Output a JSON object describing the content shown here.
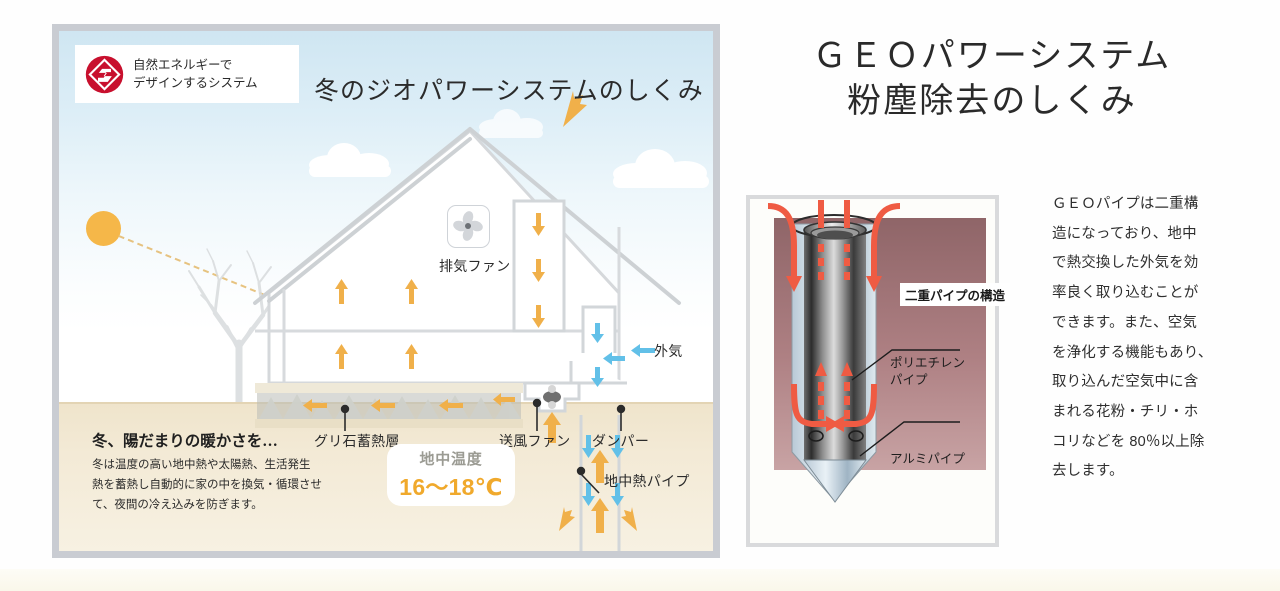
{
  "left_panel": {
    "logo": {
      "icon": "geo-diamond-logo-icon",
      "color": "#c8102e",
      "line1": "自然エネルギーで",
      "line2": "デザインするシステム"
    },
    "title": "冬のジオパワーシステムのしくみ",
    "diagram_labels": {
      "exhaust_fan": "排気ファン",
      "outside_air": "外気",
      "gravel_layer": "グリ石蓄熱層",
      "blower_fan": "送風ファン",
      "damper": "ダンパー",
      "geothermal_pipe": "地中熱パイプ"
    },
    "description": {
      "heading": "冬、陽だまりの暖かさを…",
      "lines": [
        "冬は温度の高い地中熱や太陽熱、生活発生",
        "熱を蓄熱し自動的に家の中を換気・循環させ",
        "て、夜間の冷え込みを防ぎます。"
      ]
    },
    "temperature_chip": {
      "label": "地中温度",
      "value": "16〜18℃"
    },
    "colors": {
      "sky": "#cfe6f2",
      "ground": "#efe4cb",
      "warm_arrow": "#f0b04a",
      "cool_arrow": "#62c0e8",
      "sun": "#f5b749",
      "panel_border": "#c9ccd2"
    }
  },
  "right_panel": {
    "title_line1": "ＧＥＯパワーシステム",
    "title_line2": "粉塵除去のしくみ",
    "diagram_labels": {
      "double_pipe": "二重パイプの構造",
      "polyethylene_pipe_line1": "ポリエチレン",
      "polyethylene_pipe_line2": "パイプ",
      "aluminium_pipe": "アルミパイプ"
    },
    "body_lines": [
      "ＧＥＯパイプは二重構",
      "造になっており、地中",
      "で熱交換した外気を効",
      "率良く取り込むことが",
      "できます。また、空気",
      "を浄化する機能もあり、",
      "取り込んだ空気中に含",
      "まれる花粉・チリ・ホ",
      "コリなどを 80％以上除",
      "去します。"
    ],
    "colors": {
      "soil": "#a3777a",
      "arrow": "#ef5b43",
      "frame": "#d9dadc"
    }
  }
}
